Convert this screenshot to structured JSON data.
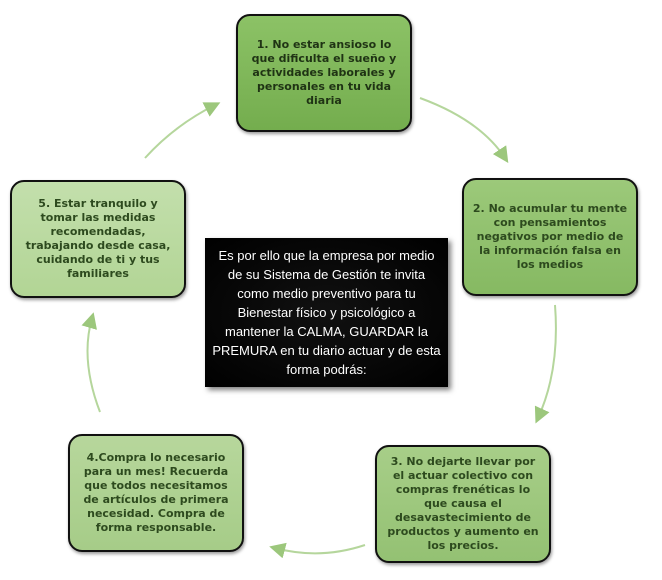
{
  "steps": [
    "1. No estar ansioso lo que dificulta el sueño y actividades laborales y personales en tu vida diaria",
    "2. No acumular tu mente con pensamientos negativos por medio de la información falsa en los medios",
    "3. No dejarte llevar por el actuar colectivo con compras frenéticas lo que causa el desavastecimiento de productos y aumento en los precios.",
    "4.Compra lo necesario para un mes! Recuerda que todos necesitamos de artículos de primera necesidad. Compra de forma responsable.",
    "5. Estar tranquilo y tomar las medidas recomendadas, trabajando desde casa, cuidando de ti y tus familiares"
  ],
  "center": "Es por ello que la empresa por medio de su Sistema de Gestión te invita como medio preventivo para tu Bienestar físico y psicológico a mantener la CALMA, GUARDAR la PREMURA en tu diario actuar y de esta forma podrás:",
  "colors": {
    "arrow": "#a9cf8c",
    "text": "#2d4a1e"
  }
}
